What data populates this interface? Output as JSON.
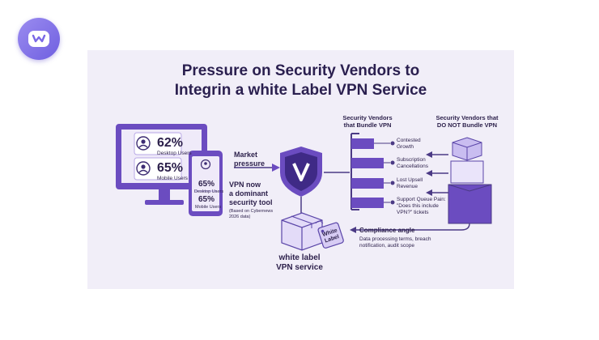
{
  "title_line1": "Pressure on Security Vendors to",
  "title_line2": "Integrin a white Label VPN Service",
  "monitor": {
    "desktop_pct": "62%",
    "desktop_label": "Desktop Users",
    "mobile_pct": "65%",
    "mobile_label": "Mobile Users"
  },
  "phone": {
    "pct1": "65%",
    "label1": "Desktop Users",
    "pct2": "65%",
    "label2": "Mobile Users"
  },
  "market_pressure": [
    "Market",
    "pressure"
  ],
  "vpn_tool": [
    "VPN now",
    "a dominant",
    "security tool"
  ],
  "vpn_source": [
    "(Based on Cybernews",
    "2026 data)"
  ],
  "col_bundle": [
    "Security Vendors",
    "that Bundle VPN"
  ],
  "col_not_bundle": [
    "Security Vendors that",
    "DO NOT Bundle VPN"
  ],
  "outcomes": [
    [
      "Contested",
      "Growth"
    ],
    [
      "Subscription",
      "Cancellations"
    ],
    [
      "Lost Upsell",
      "Revenue"
    ],
    [
      "Support Queue Pain:",
      "\"Does this include",
      "VPN?\" tickets"
    ]
  ],
  "compliance_title": "Compliance angle",
  "compliance_text": [
    "Data processing terms, breach",
    "notification, audit scope"
  ],
  "box_label": [
    "White",
    "Label"
  ],
  "service_label": [
    "white label",
    "VPN service"
  ]
}
